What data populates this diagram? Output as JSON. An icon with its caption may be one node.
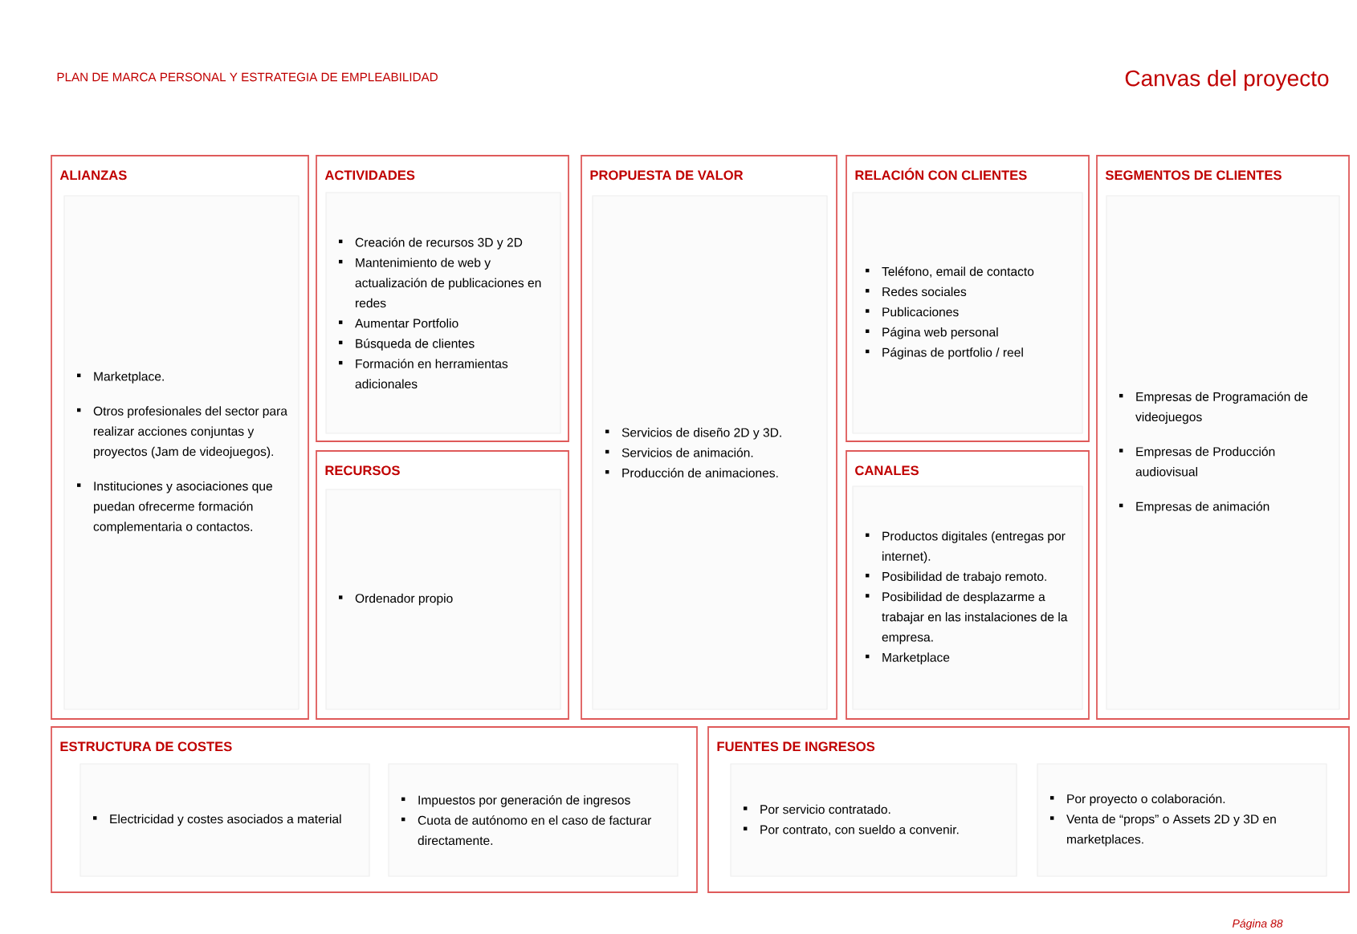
{
  "diagram": {
    "title": "Canvas del proyecto",
    "nodes": [
      {
        "text": [
          "ALIANZAS"
        ]
      },
      {
        "text": [
          "Marketplace.",
          "Otros profesionales del sector para realizar acciones conjuntas y proyectos (Jam de videojuegos).",
          "Instituciones y asociaciones que puedan ofrecerme formación complementaria o contactos."
        ],
        "in": 0
      },
      {
        "text": [
          "ACTIVIDADES"
        ]
      },
      {
        "text": [
          "Creación de recursos 3D y 2D",
          "Mantenimiento de web y actualización de publicaciones en redes",
          "Aumentar Portfolio",
          "Búsqueda de clientes",
          "Formación en herramientas adicionales"
        ],
        "in": 2
      },
      {
        "text": [
          "RECURSOS"
        ]
      },
      {
        "text": [
          "Ordenador propio"
        ],
        "in": 4
      },
      {
        "text": [
          "PROPUESTA DE VALOR"
        ]
      },
      {
        "text": [
          "Servicios de diseño 2D y 3D.",
          "Servicios de animación.",
          "Producción de animaciones."
        ],
        "in": 6
      },
      {
        "text": [
          "RELACIÓN CON CLIENTES"
        ]
      },
      {
        "text": [
          "Teléfono, email de contacto",
          "Redes sociales",
          "Publicaciones",
          "Página web personal",
          "Páginas de portfolio / reel"
        ],
        "in": 8
      },
      {
        "text": [
          "CANALES"
        ]
      },
      {
        "text": [
          "Productos digitales (entregas por internet).",
          "Posibilidad de trabajo remoto.",
          "Posibilidad de desplazarme a trabajar en las instalaciones de la empresa.",
          "Marketplace"
        ],
        "in": 10
      },
      {
        "text": [
          "SEGMENTOS DE CLIENTES"
        ]
      },
      {
        "text": [
          "Empresas de Programación de videojuegos",
          "Empresas de Producción audiovisual",
          "Empresas de animación"
        ],
        "in": 12
      },
      {
        "text": [
          "ESTRUCTURA DE COSTES"
        ]
      },
      {
        "text": [
          "Electricidad y costes asociados a material"
        ],
        "in": 14
      },
      {
        "text": [
          "Impuestos por generación de ingresos",
          "Cuota de autónomo en el caso de facturar directamente."
        ],
        "in": 14
      },
      {
        "text": [
          "FUENTES DE INGRESOS"
        ]
      },
      {
        "text": [
          "Por servicio contratado.",
          "Por contrato, con sueldo a convenir."
        ],
        "in": 17
      },
      {
        "text": [
          "Por proyecto o colaboración.",
          "Venta de “props” o Assets 2D y 3D en marketplaces."
        ],
        "in": 17
      }
    ],
    "labels": [
      "PLAN DE MARCA PERSONAL Y ESTRATEGIA DE EMPLEABILIDAD",
      "Página 88"
    ]
  }
}
